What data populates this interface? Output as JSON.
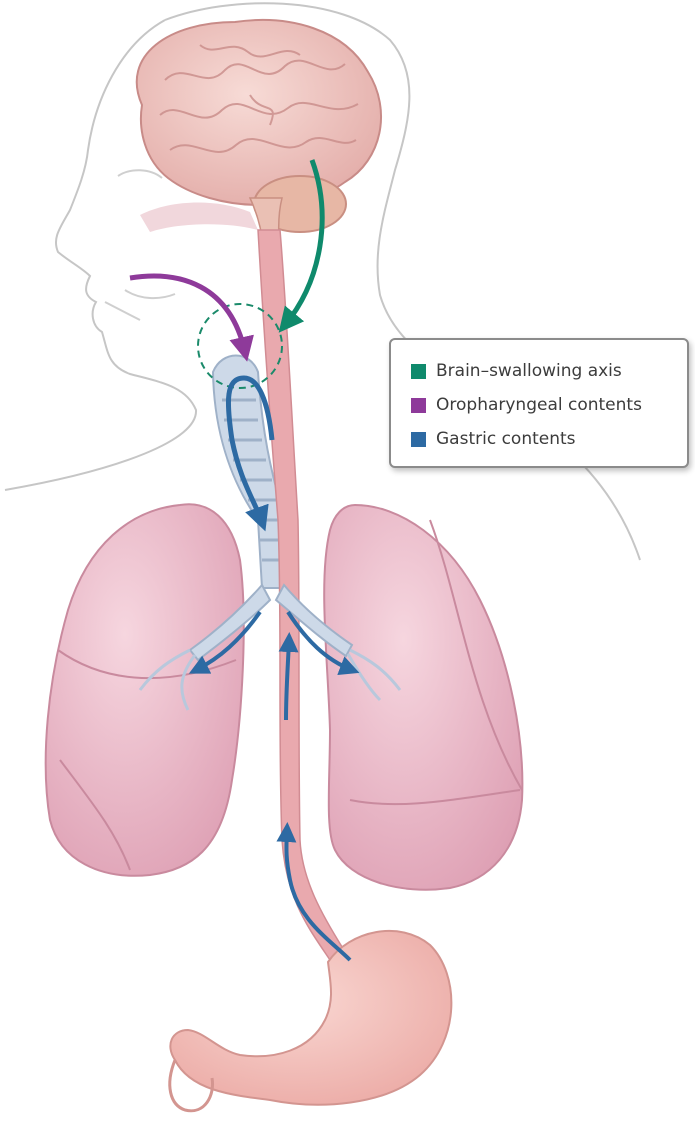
{
  "legend": {
    "items": [
      {
        "label": "Brain–swallowing axis",
        "color": "#0f8a6c"
      },
      {
        "label": "Oropharyngeal contents",
        "color": "#8e3a9a"
      },
      {
        "label": "Gastric contents",
        "color": "#2d6aa3"
      }
    ]
  },
  "colors": {
    "tissue": "#efc0cc",
    "tissue_dark": "#d98fa6",
    "airway": "#cdd9e8",
    "outline": "#c9c9c9",
    "esophagus": "#e9a9ae"
  }
}
